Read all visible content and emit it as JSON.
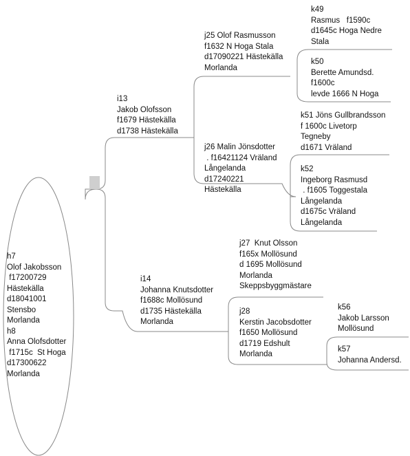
{
  "root": {
    "lines": [
      "h7",
      "Olof Jakobsson",
      " f17200729",
      "Hästekälla",
      "d18041001",
      "Stensbo",
      "Morlanda",
      "h8",
      "Anna Olofsdotter",
      " f1715c  St Hoga",
      "d17300622",
      "Morlanda"
    ]
  },
  "i13": {
    "lines": [
      "i13",
      "Jakob Olofsson",
      "f1679 Hästekälla",
      "d1738 Hästekälla"
    ]
  },
  "i14": {
    "lines": [
      "i14",
      "Johanna Knutsdotter",
      "f1688c Mollösund",
      "d1735 Hästekälla",
      "Morlanda"
    ]
  },
  "j25": {
    "lines": [
      "j25 Olof Rasmusson",
      "f1632 N Hoga Stala",
      "d17090221 Hästekälla",
      "Morlanda"
    ]
  },
  "j26": {
    "lines": [
      "j26 Malin Jönsdotter",
      " . f16421124 Vräland",
      "Långelanda",
      "d17240221",
      "Hästekälla"
    ]
  },
  "j27": {
    "lines": [
      "j27  Knut Olsson",
      "f165x Mollösund",
      "d 1695 Mollösund",
      "Morlanda",
      "Skeppsbyggmästare"
    ]
  },
  "j28": {
    "lines": [
      "j28",
      "Kerstin Jacobsdotter",
      "f1650 Mollösund",
      "d1719 Edshult",
      "Morlanda"
    ]
  },
  "k49": {
    "lines": [
      "k49",
      "Rasmus   f1590c",
      "d1645c Hoga Nedre",
      "Stala"
    ]
  },
  "k50": {
    "lines": [
      "k50",
      "Berette Amundsd.",
      "f1600c",
      "levde 1666 N Hoga"
    ]
  },
  "k51": {
    "lines": [
      "k51 Jöns Gullbrandsson",
      "f 1600c Livetorp",
      "Tegneby",
      "d1671 Vräland"
    ]
  },
  "k52": {
    "lines": [
      "k52",
      "Ingeborg Rasmusd",
      " . f1605 Toggestala",
      "Långelanda",
      "d1675c Vräland",
      "Långelanda"
    ]
  },
  "k56": {
    "lines": [
      "k56",
      "Jakob Larsson",
      "Mollösund"
    ]
  },
  "k57": {
    "lines": [
      "k57",
      "Johanna Andersd."
    ]
  },
  "colors": {
    "line": "#888888",
    "marker": "#cfcfcf",
    "text": "#111111"
  }
}
